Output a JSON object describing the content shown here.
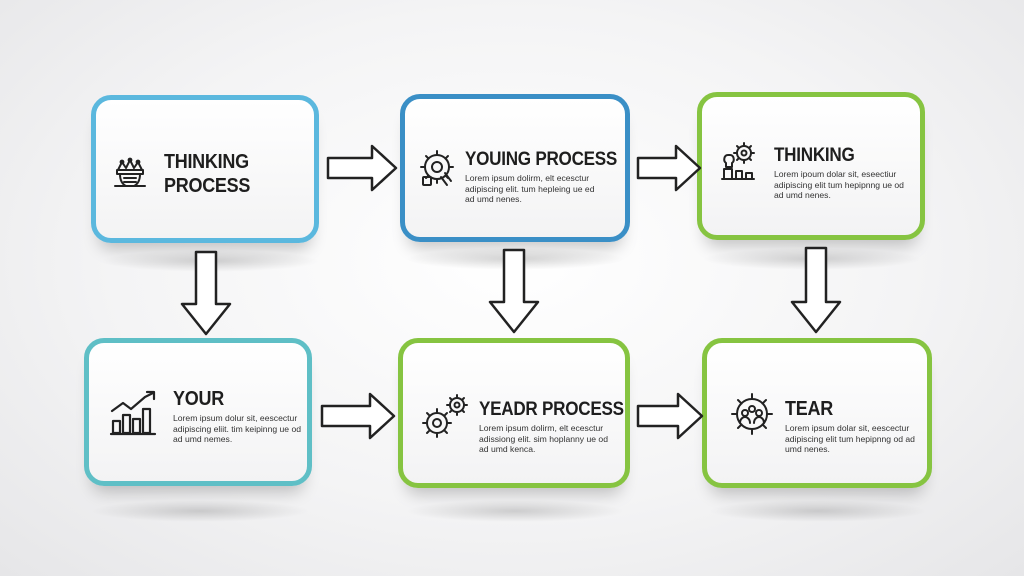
{
  "nodes": [
    {
      "id": "thinking-process",
      "title_line1": "THINKING",
      "title_line2": "PROCESS",
      "body": "",
      "icon": "crown-head-icon",
      "color": "#5bb8de"
    },
    {
      "id": "youing-process",
      "title_line1": "YOUING PROCESS",
      "title_line2": "",
      "body": "Lorem ipsum dolirm, elt ecesctur adipiscing elit. tum hepleing ue ed ad umd nenes.",
      "icon": "gear-wrench-icon",
      "color": "#3a8fc6"
    },
    {
      "id": "thinking",
      "title_line1": "THINKING",
      "title_line2": "",
      "body": "Lorem ipoum dolar sit, eseectiur adipiscing elit tum hepipnng ue od ad umd nenes.",
      "icon": "lightbulb-gear-icon",
      "color": "#86c441"
    },
    {
      "id": "your",
      "title_line1": "YOUR",
      "title_line2": "",
      "body": "Lorem ipsum dolur sit, eescectur adipiscing eliit. tim keipinng ue od ad umd nemes.",
      "icon": "growth-chart-icon",
      "color": "#5fbfc6"
    },
    {
      "id": "yeadr-process",
      "title_line1": "YEADR PROCESS",
      "title_line2": "",
      "body": "Lorem ipsum dolirm, elt ecesctur adissiong elit. sim hoplanny ue od ad umd kenca.",
      "icon": "gears-icon",
      "color": "#86c441"
    },
    {
      "id": "tear",
      "title_line1": "TEAR",
      "title_line2": "",
      "body": "Lorem ipsum dolar sit, eescectur adipiscing elit tum hepipnng od ad umd nenes.",
      "icon": "gear-team-icon",
      "color": "#86c441"
    }
  ]
}
